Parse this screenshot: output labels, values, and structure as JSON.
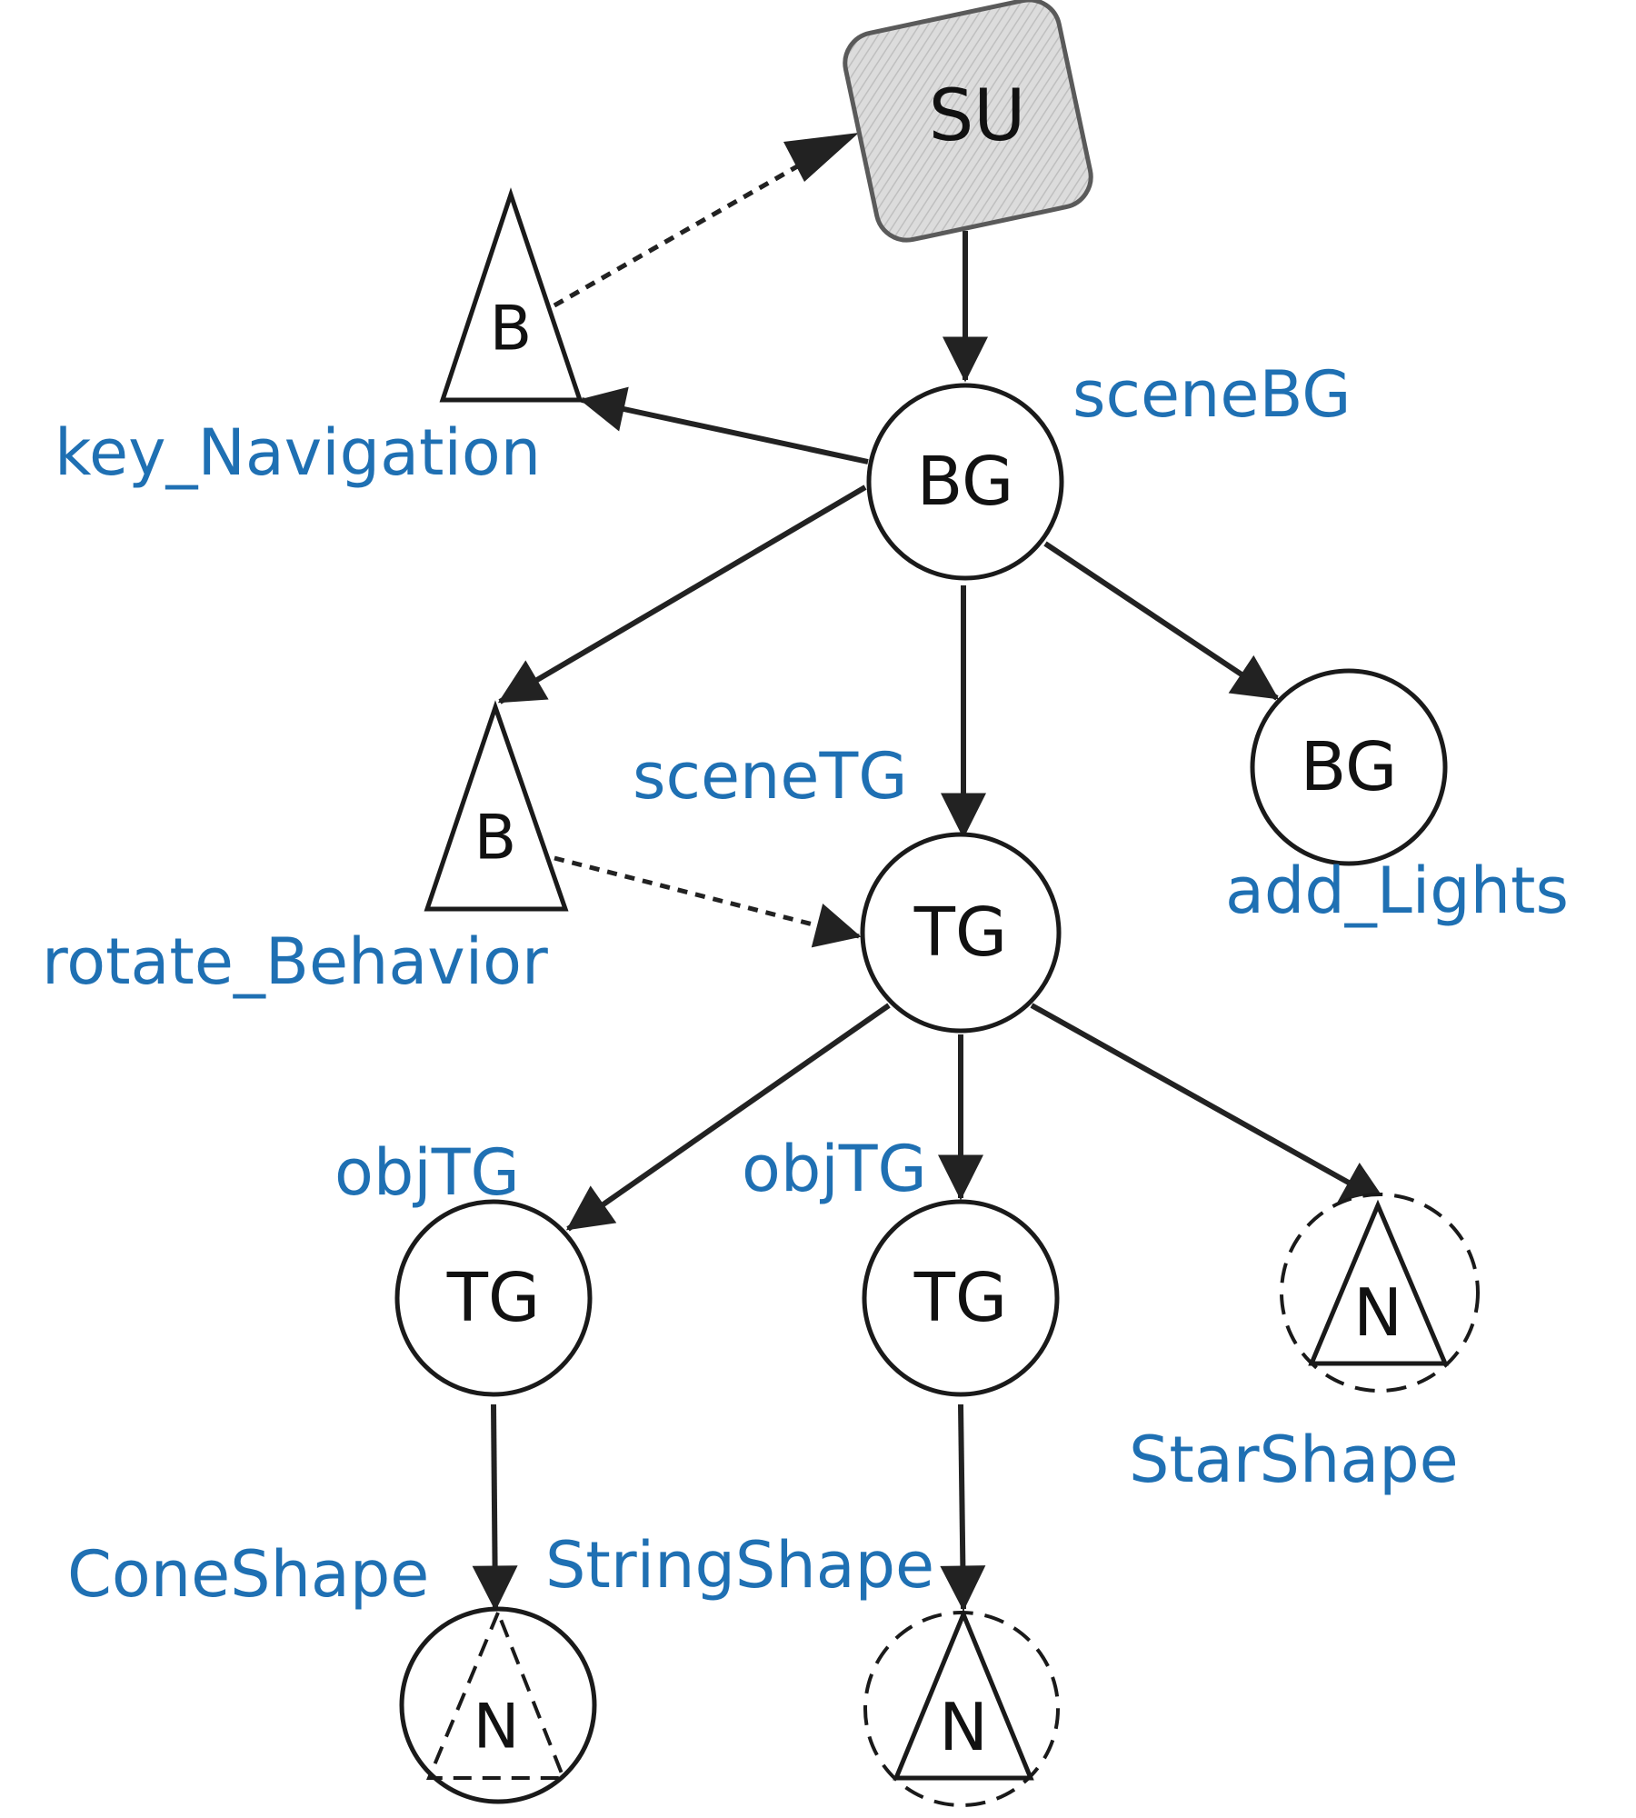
{
  "diagram": {
    "nodes": {
      "su": "SU",
      "key_behavior": "B",
      "scene_bg": "BG",
      "rotate_behavior": "B",
      "scene_tg": "TG",
      "lights_bg": "BG",
      "obj_tg_left": "TG",
      "obj_tg_mid": "TG",
      "star_shape": "N",
      "cone_shape": "N",
      "string_shape": "N"
    },
    "labels": {
      "key_navigation": "key_Navigation",
      "scene_bg": "sceneBG",
      "scene_tg": "sceneTG",
      "rotate_behavior": "rotate_Behavior",
      "add_lights": "add_Lights",
      "obj_tg_left": "objTG",
      "obj_tg_mid": "objTG",
      "star_shape": "StarShape",
      "cone_shape": "ConeShape",
      "string_shape": "StringShape"
    },
    "colors": {
      "label": "#1f70b3",
      "stroke": "#1a1a1a",
      "su_fill": "#dcdcdc"
    }
  }
}
